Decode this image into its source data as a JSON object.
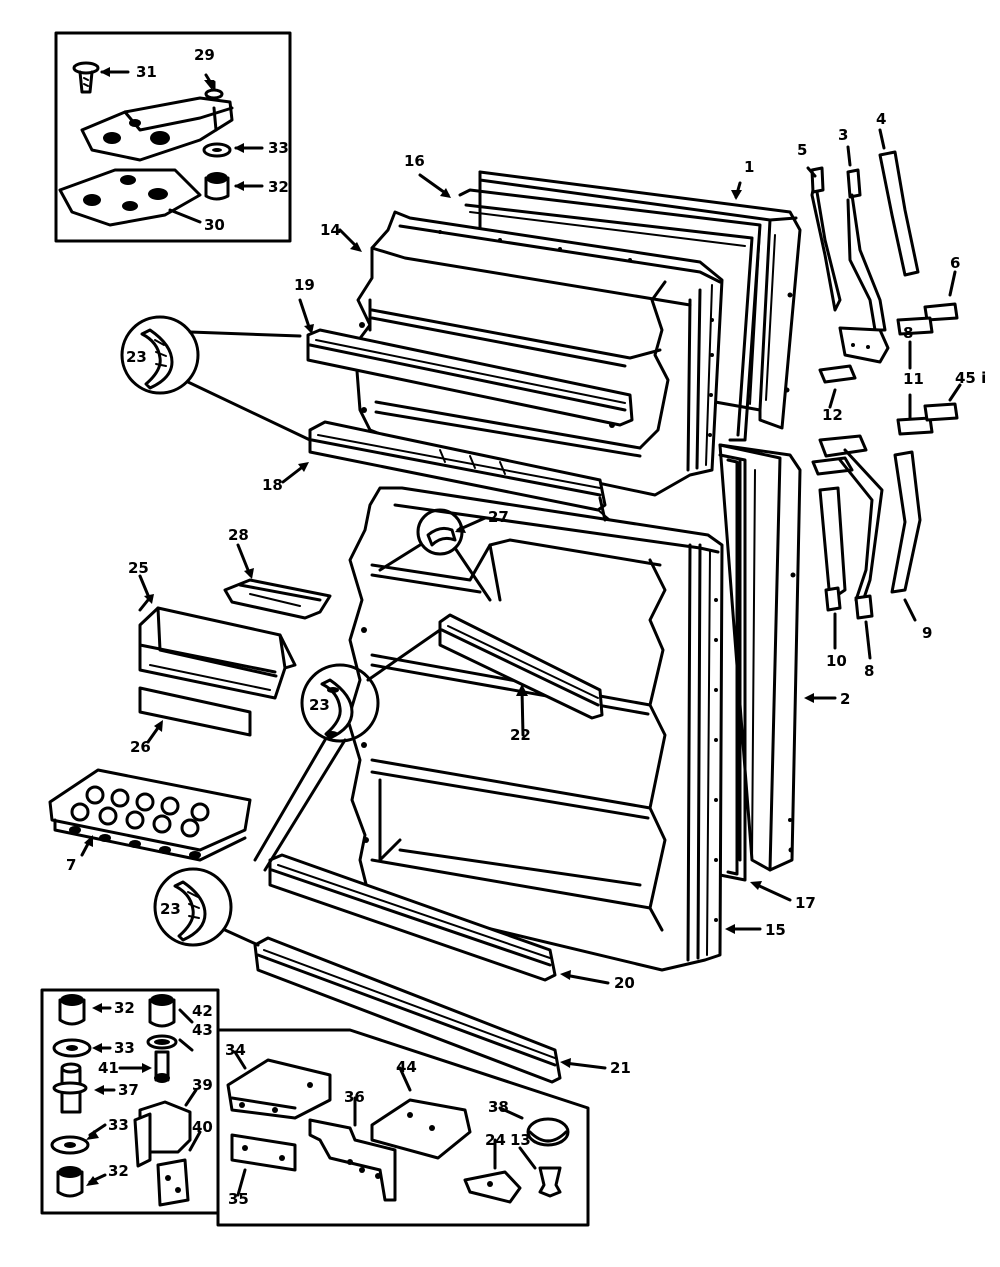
{
  "diagram": {
    "callouts": [
      {
        "id": "c1",
        "text": "1"
      },
      {
        "id": "c2",
        "text": "2"
      },
      {
        "id": "c3",
        "text": "3"
      },
      {
        "id": "c4",
        "text": "4"
      },
      {
        "id": "c5",
        "text": "5"
      },
      {
        "id": "c6",
        "text": "6"
      },
      {
        "id": "c7",
        "text": "7"
      },
      {
        "id": "c8",
        "text": "8"
      },
      {
        "id": "c9",
        "text": "9"
      },
      {
        "id": "c10",
        "text": "10"
      },
      {
        "id": "c11",
        "text": "11"
      },
      {
        "id": "c12",
        "text": "12"
      },
      {
        "id": "c13",
        "text": "13"
      },
      {
        "id": "c14",
        "text": "14"
      },
      {
        "id": "c15",
        "text": "15"
      },
      {
        "id": "c16",
        "text": "16"
      },
      {
        "id": "c17",
        "text": "17"
      },
      {
        "id": "c18",
        "text": "18"
      },
      {
        "id": "c19",
        "text": "19"
      },
      {
        "id": "c20",
        "text": "20"
      },
      {
        "id": "c21",
        "text": "21"
      },
      {
        "id": "c22",
        "text": "22"
      },
      {
        "id": "c23a",
        "text": "23"
      },
      {
        "id": "c23b",
        "text": "23"
      },
      {
        "id": "c23c",
        "text": "23"
      },
      {
        "id": "c24",
        "text": "24"
      },
      {
        "id": "c25",
        "text": "25"
      },
      {
        "id": "c26",
        "text": "26"
      },
      {
        "id": "c27",
        "text": "27"
      },
      {
        "id": "c28",
        "text": "28"
      },
      {
        "id": "c29",
        "text": "29"
      },
      {
        "id": "c30",
        "text": "30"
      },
      {
        "id": "c31",
        "text": "31"
      },
      {
        "id": "c32a",
        "text": "32"
      },
      {
        "id": "c32b",
        "text": "32"
      },
      {
        "id": "c32c",
        "text": "32"
      },
      {
        "id": "c33a",
        "text": "33"
      },
      {
        "id": "c33b",
        "text": "33"
      },
      {
        "id": "c33c",
        "text": "33"
      },
      {
        "id": "c34",
        "text": "34"
      },
      {
        "id": "c35",
        "text": "35"
      },
      {
        "id": "c36",
        "text": "36"
      },
      {
        "id": "c37",
        "text": "37"
      },
      {
        "id": "c38",
        "text": "38"
      },
      {
        "id": "c39",
        "text": "39"
      },
      {
        "id": "c40",
        "text": "40"
      },
      {
        "id": "c41",
        "text": "41"
      },
      {
        "id": "c42",
        "text": "42"
      },
      {
        "id": "c43",
        "text": "43"
      },
      {
        "id": "c44",
        "text": "44"
      },
      {
        "id": "c45",
        "text": "45 i"
      },
      {
        "id": "c8b",
        "text": "8"
      }
    ]
  }
}
